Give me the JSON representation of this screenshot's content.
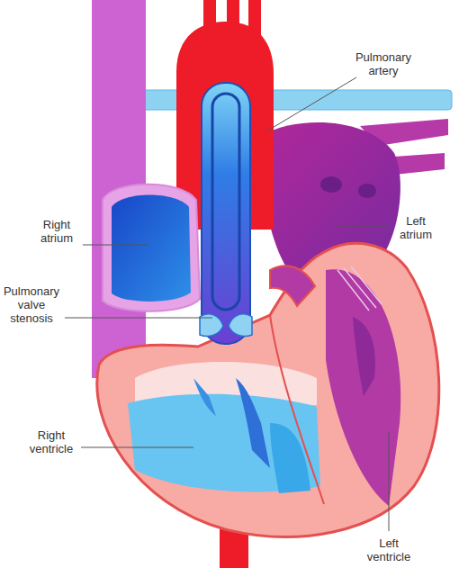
{
  "diagram": {
    "labels": [
      "Pulmonary artery",
      "Right atrium",
      "Left atrium",
      "Pulmonary valve stenosis",
      "Right ventricle",
      "Left ventricle"
    ]
  }
}
